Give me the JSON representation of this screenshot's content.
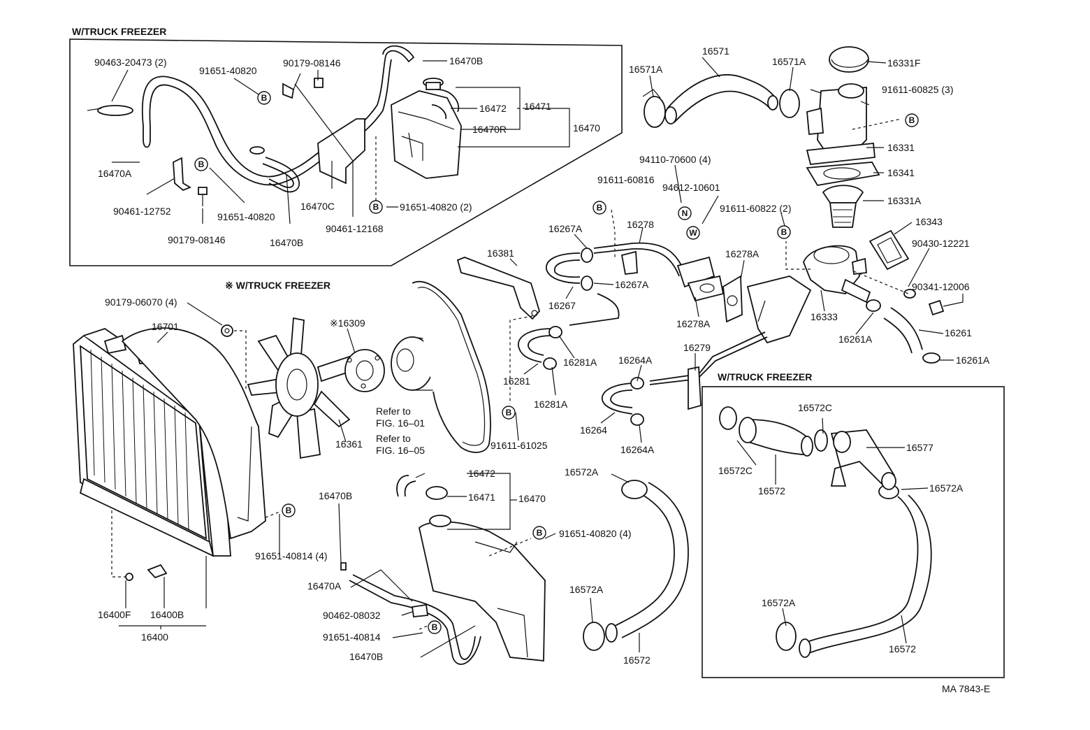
{
  "diagram": {
    "reference_code": "MA 7843-E",
    "sections": {
      "top_left": "W/TRUCK FREEZER",
      "middle_left": "※ W/TRUCK FREEZER",
      "bottom_right": "W/TRUCK FREEZER"
    },
    "markers": {
      "b": "B",
      "n": "N",
      "w": "W"
    },
    "labels": {
      "p1": "90463-20473 (2)",
      "p2": "91651-40820",
      "p3": "90179-08146",
      "p4": "16470B",
      "p5": "16472",
      "p6": "16471",
      "p7": "16470R",
      "p8": "16470",
      "p9": "16470A",
      "p10": "90461-12752",
      "p11": "91651-40820",
      "p12": "16470C",
      "p13": "91651-40820 (2)",
      "p14": "90179-08146",
      "p15": "16470B",
      "p16": "90461-12168",
      "p17": "16571A",
      "p18": "16571",
      "p19": "16571A",
      "p20": "16331F",
      "p21": "91611-60825 (3)",
      "p22": "16331",
      "p23": "16341",
      "p24": "16331A",
      "p25": "94110-70600 (4)",
      "p26": "91611-60816",
      "p27": "94612-10601",
      "p28": "91611-60822 (2)",
      "p29": "16343",
      "p30": "90430-12221",
      "p31": "90341-12006",
      "p32": "16267A",
      "p33": "16278",
      "p34": "16267A",
      "p35": "16267",
      "p36": "16278A",
      "p37": "16278A",
      "p38": "16333",
      "p39": "16261A",
      "p40": "16261",
      "p41": "16261A",
      "p42": "16381",
      "p43": "16281A",
      "p44": "16281",
      "p45": "16281A",
      "p46": "90179-06070 (4)",
      "p47": "16701",
      "p48": "※16309",
      "p49": "Refer to",
      "p50": "FIG. 16–01",
      "p51": "Refer to",
      "p52": "FIG. 16–05",
      "p53": "91611-61025",
      "p54": "16361",
      "p55": "16264A",
      "p56": "16279",
      "p57": "16264",
      "p58": "16264A",
      "p59": "16572C",
      "p60": "16577",
      "p61": "16572C",
      "p62": "16572",
      "p63": "16572A",
      "p64": "16572A",
      "p65": "16472",
      "p66": "16471",
      "p67": "16470",
      "p68": "16470B",
      "p69": "91651-40820 (4)",
      "p70": "91651-40814 (4)",
      "p71": "16470A",
      "p72": "16572A",
      "p73": "90462-08032",
      "p74": "91651-40814",
      "p75": "16470B",
      "p76": "16572",
      "p77": "16400F",
      "p78": "16400B",
      "p79": "16400",
      "p80": "16572A",
      "p81": "16572"
    }
  }
}
